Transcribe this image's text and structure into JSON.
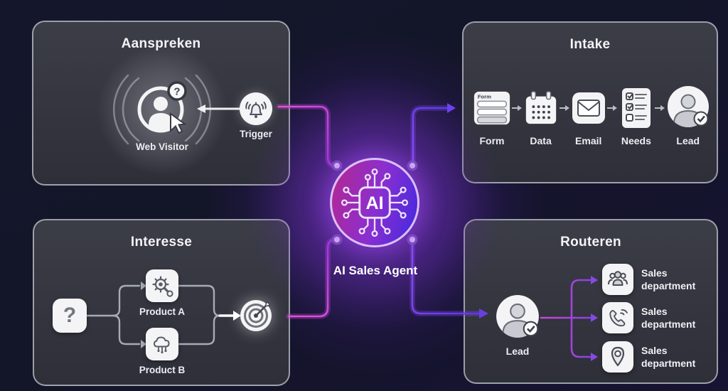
{
  "center": {
    "chip_label": "AI",
    "caption": "AI Sales Agent"
  },
  "panels": {
    "aanspreken": {
      "title": "Aanspreken",
      "visitor_label": "Web Visitor",
      "visitor_badge": "?",
      "trigger_label": "Trigger"
    },
    "intake": {
      "title": "Intake",
      "steps": [
        {
          "label": "Form",
          "icon": "form-icon",
          "icon_text": "Form"
        },
        {
          "label": "Data",
          "icon": "calendar-icon"
        },
        {
          "label": "Email",
          "icon": "email-icon"
        },
        {
          "label": "Needs",
          "icon": "checklist-icon"
        },
        {
          "label": "Lead",
          "icon": "lead-avatar-icon"
        }
      ]
    },
    "interesse": {
      "title": "Interesse",
      "question_label": "?",
      "products": [
        {
          "label": "Product A",
          "icon": "gear-wrench-icon"
        },
        {
          "label": "Product B",
          "icon": "cloud-tech-icon"
        }
      ]
    },
    "routeren": {
      "title": "Routeren",
      "lead_label": "Lead",
      "departments": [
        {
          "line1": "Sales",
          "line2": "department",
          "icon": "team-icon"
        },
        {
          "line1": "Sales",
          "line2": "department",
          "icon": "phone-icon"
        },
        {
          "line1": "Sales",
          "line2": "department",
          "icon": "location-pin-icon"
        }
      ]
    }
  },
  "colors": {
    "background": "#14172c",
    "panel": "#35373f",
    "panel_border": "#c4c9d4",
    "line_magenta": "#d24cd4",
    "line_purple": "#7a46ee",
    "circle_left": "#b5278f",
    "circle_right": "#4029e0"
  }
}
